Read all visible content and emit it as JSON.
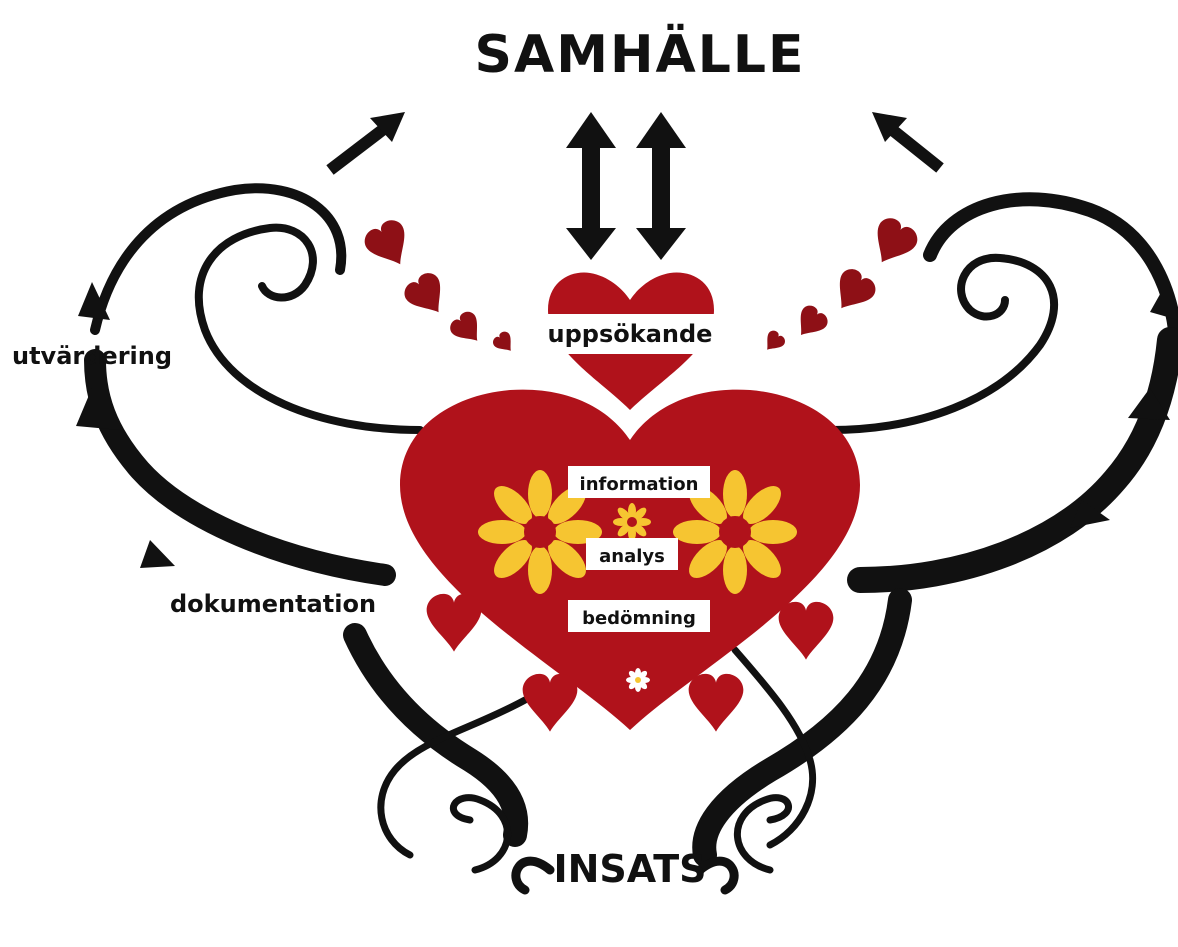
{
  "diagram": {
    "top_label": "SAMHÄLLE",
    "bottom_label": "INSATS",
    "side_labels": {
      "left_upper": "utvärdering",
      "left_lower": "dokumentation"
    },
    "center_labels": {
      "top_heart": "uppsökande",
      "box_1": "information",
      "box_2": "analys",
      "box_3": "bedömning"
    }
  },
  "colors": {
    "heart_red": "#b0121b",
    "dark_red": "#8e1016",
    "flower_yellow": "#f6c531",
    "ink": "#111111",
    "background": "#ffffff"
  }
}
